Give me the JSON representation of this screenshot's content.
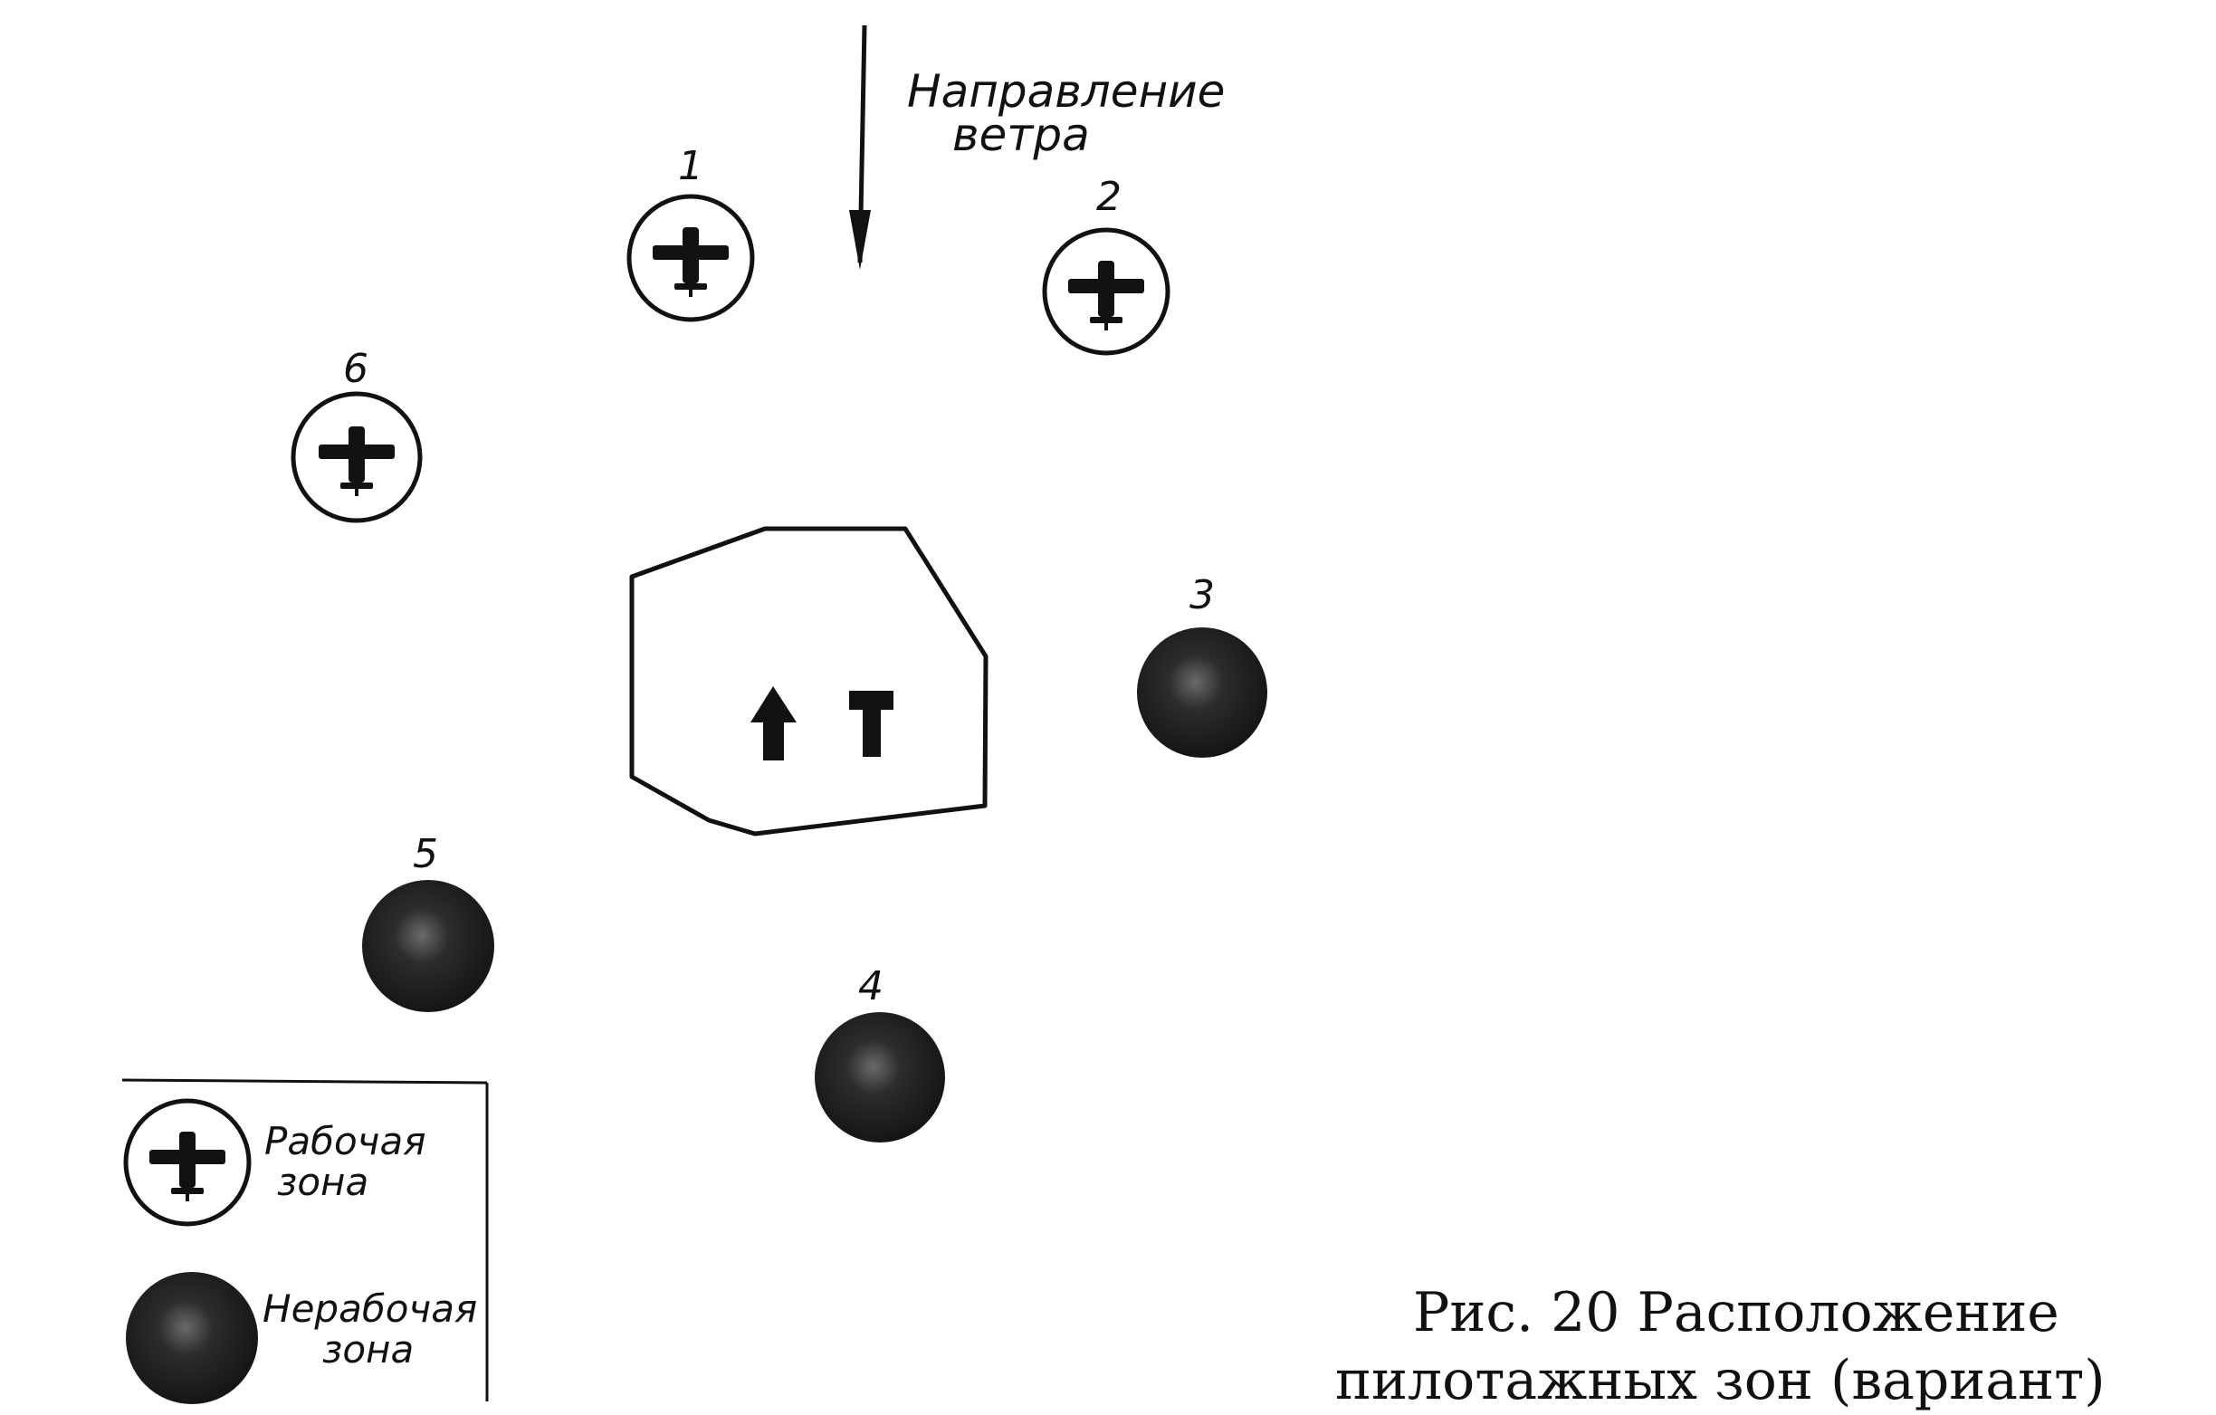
{
  "wind": {
    "line1": "Направление",
    "line2": "ветра"
  },
  "zones": [
    {
      "number": "1",
      "status": "working"
    },
    {
      "number": "2",
      "status": "working"
    },
    {
      "number": "3",
      "status": "nonworking"
    },
    {
      "number": "4",
      "status": "nonworking"
    },
    {
      "number": "5",
      "status": "nonworking"
    },
    {
      "number": "6",
      "status": "working"
    }
  ],
  "legend": {
    "working": {
      "line1": "Рабочая",
      "line2": "зона"
    },
    "nonworking": {
      "line1": "Нерабочая",
      "line2": "зона"
    }
  },
  "caption": {
    "line1": "Рис. 20  Расположение",
    "line2": "пилотажных  зон  (вариант)"
  },
  "icons": [
    "airplane-icon",
    "landing-direction-arrow-icon",
    "landing-t-icon"
  ],
  "colors": {
    "ink": "#111111",
    "nonworking_fill": "#202020"
  }
}
